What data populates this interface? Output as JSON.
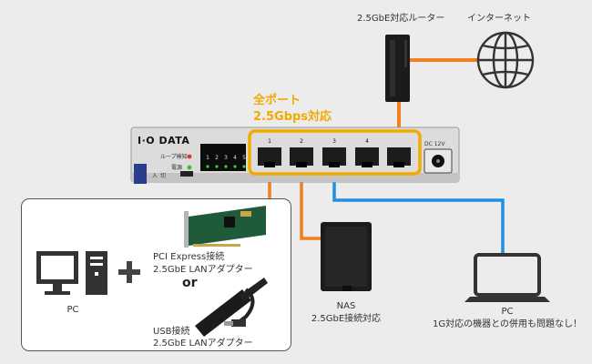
{
  "router": {
    "label": "2.5GbE対応ルーター"
  },
  "internet": {
    "label": "インターネット"
  },
  "highlight": {
    "line1": "全ポート",
    "line2": "2.5Gbps対応"
  },
  "switch": {
    "brand": "I·O DATA",
    "loop_label": "ループ検知",
    "power_label": "電源",
    "led_numbers": [
      "1",
      "2",
      "3",
      "4",
      "5"
    ],
    "switch_labels": [
      "入",
      "切"
    ],
    "port_numbers": [
      "1",
      "2",
      "3",
      "4"
    ],
    "dc_label": "DC 12V"
  },
  "left_panel": {
    "pc_label": "PC",
    "pcie_line1": "PCI Express接続",
    "pcie_line2": "2.5GbE LANアダプター",
    "or_text": "or",
    "usb_line1": "USB接続",
    "usb_line2": "2.5GbE LANアダプター"
  },
  "nas": {
    "line1": "NAS",
    "line2": "2.5GbE接続対応"
  },
  "pc_right": {
    "line1": "PC",
    "line2": "1G対応の機器との併用も問題なし！"
  },
  "colors": {
    "orange": "#f07f1e",
    "blue": "#1f8fe0",
    "highlight": "#f2a900"
  }
}
